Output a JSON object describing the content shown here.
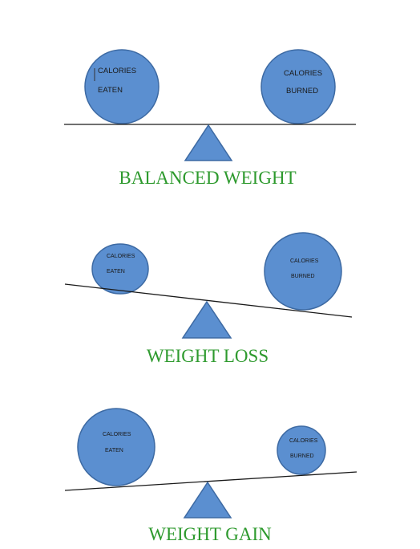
{
  "colors": {
    "circle_fill": "#5b8fd0",
    "circle_stroke": "#3d6aa3",
    "line": "#1a1a1a",
    "title": "#2e9a2e"
  },
  "diagrams": [
    {
      "left_label_1": "CALORIES",
      "left_label_2": "EATEN",
      "right_label_1": "CALORIES",
      "right_label_2": "BURNED",
      "title": "BALANCED WEIGHT"
    },
    {
      "left_label_1": "CALORIES",
      "left_label_2": "EATEN",
      "right_label_1": "CALORIES",
      "right_label_2": "BURNED",
      "title": "WEIGHT LOSS"
    },
    {
      "left_label_1": "CALORIES",
      "left_label_2": "EATEN",
      "right_label_1": "CALORIES",
      "right_label_2": "BURNED",
      "title": "WEIGHT GAIN"
    }
  ]
}
